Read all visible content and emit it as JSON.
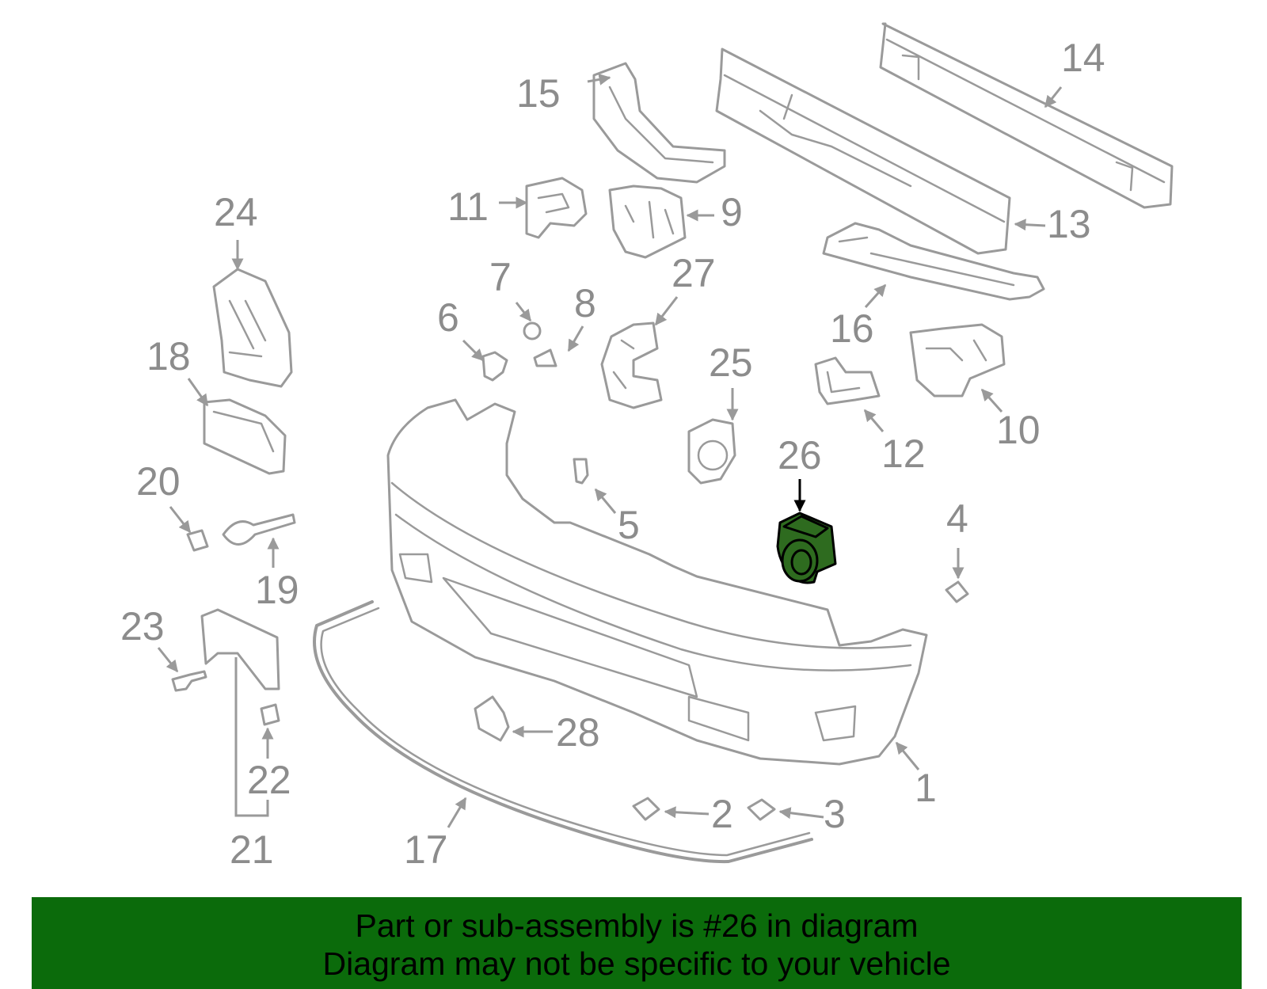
{
  "diagram": {
    "highlight_color": "#2e6b1f",
    "callouts": {
      "c1": "1",
      "c2": "2",
      "c3": "3",
      "c4": "4",
      "c5": "5",
      "c6": "6",
      "c7": "7",
      "c8": "8",
      "c9": "9",
      "c10": "10",
      "c11": "11",
      "c12": "12",
      "c13": "13",
      "c14": "14",
      "c15": "15",
      "c16": "16",
      "c17": "17",
      "c18": "18",
      "c19": "19",
      "c20": "20",
      "c21": "21",
      "c22": "22",
      "c23": "23",
      "c24": "24",
      "c25": "25",
      "c26": "26",
      "c27": "27",
      "c28": "28"
    }
  },
  "banner": {
    "line1": "Part or sub-assembly is #26 in diagram",
    "line2": "Diagram may not be specific to your vehicle",
    "background": "#0b6b0b"
  }
}
